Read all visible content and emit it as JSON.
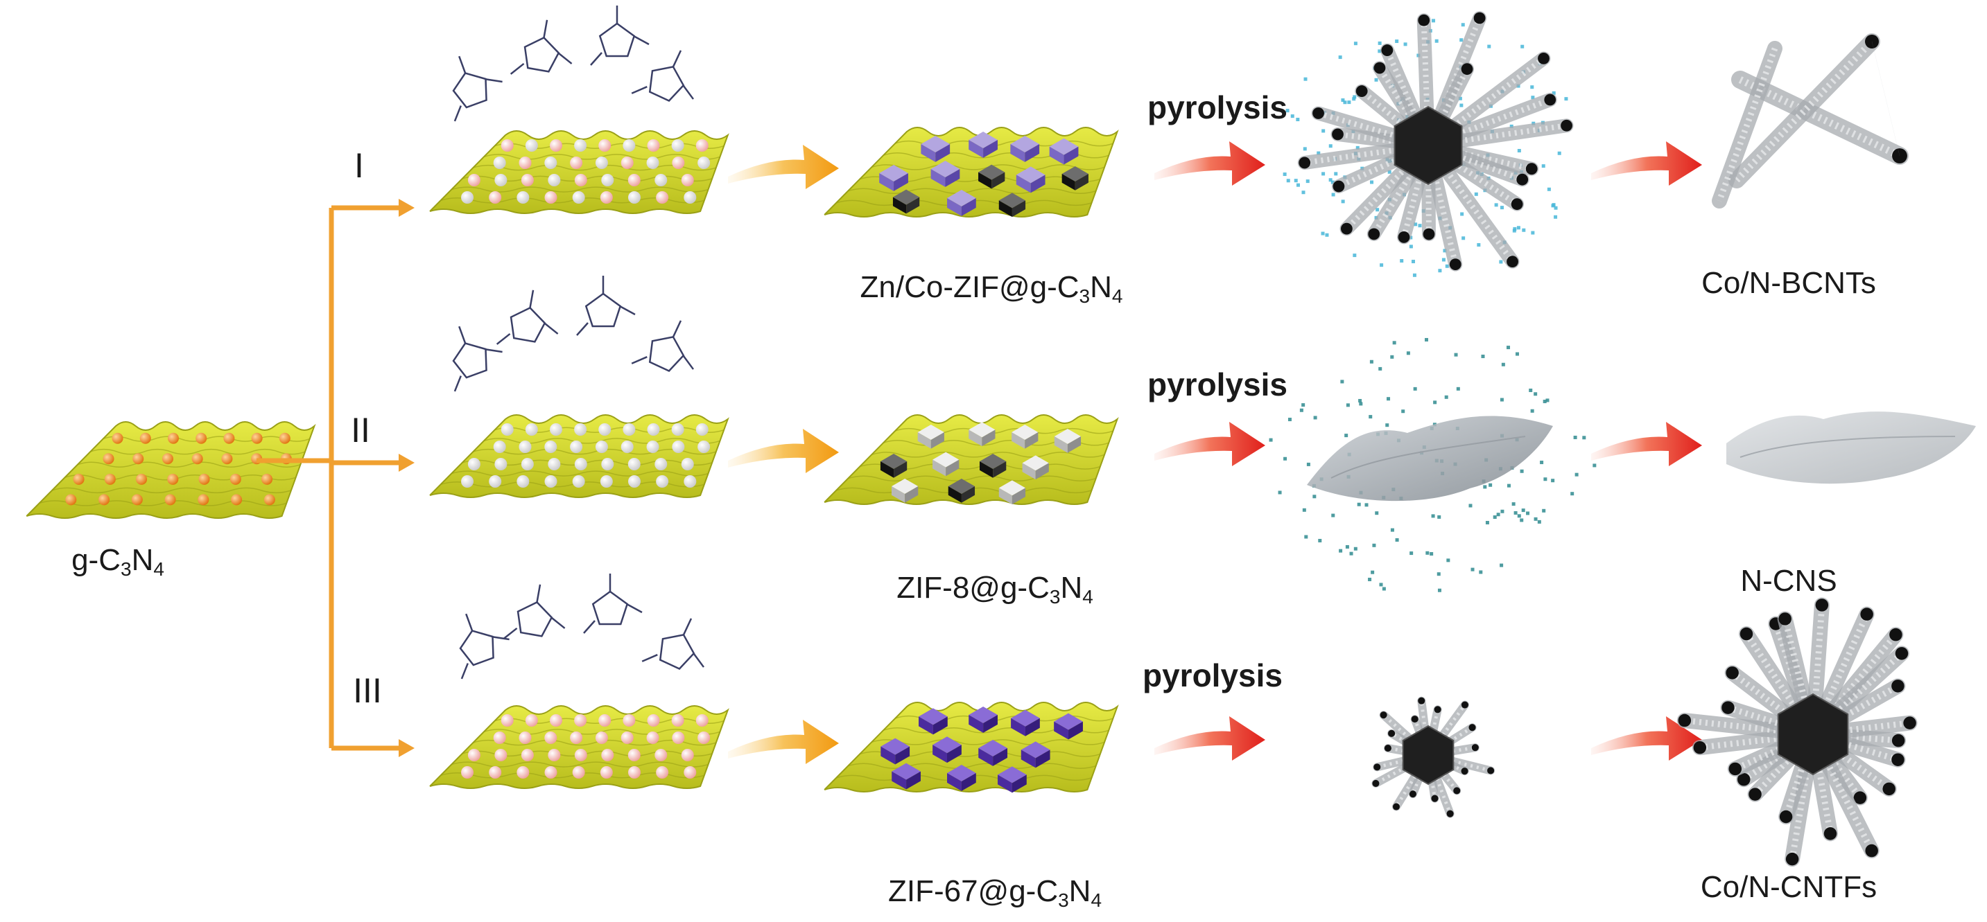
{
  "labels": {
    "gc3n4": "g-C",
    "gc3n4_sub1": "3",
    "gc3n4_mid": "N",
    "gc3n4_sub2": "4",
    "zif_zn_co": "Zn/Co-ZIF@g-C",
    "zif_zn_co_sub1": "3",
    "zif_zn_co_mid": "N",
    "zif_zn_co_sub2": "4",
    "zif8": "ZIF-8@g-C",
    "zif8_sub1": "3",
    "zif8_mid": "N",
    "zif8_sub2": "4",
    "zif67": "ZIF-67@g-C",
    "zif67_sub1": "3",
    "zif67_mid": "N",
    "zif67_sub2": "4",
    "product1": "Co/N-BCNTs",
    "product2": "N-CNS",
    "product3": "Co/N-CNTFs"
  },
  "routes": [
    "I",
    "II",
    "III"
  ],
  "pyrolysis": [
    "pyrolysis",
    "pyrolysis",
    "pyrolysis"
  ],
  "colors": {
    "sheet": "#d7db2a",
    "sheet_dark": "#9aa016",
    "branch_arrow": "#f0a030",
    "big_arrow": "#f5a623",
    "red_arrow": "#e8322a",
    "pink_ball": "#f2b3b0",
    "white_ball": "#e9e9e9",
    "orange_ball": "#f08a1c",
    "zif_light": "#a99ad6",
    "zif_dark": "#6a4ab5",
    "zif_grey": "#c8c8c8",
    "carbon": "#1f1f1f",
    "tube": "#b9bcc0",
    "dots_blue": "#46b6d8",
    "dots_teal": "#2f8b8f"
  }
}
